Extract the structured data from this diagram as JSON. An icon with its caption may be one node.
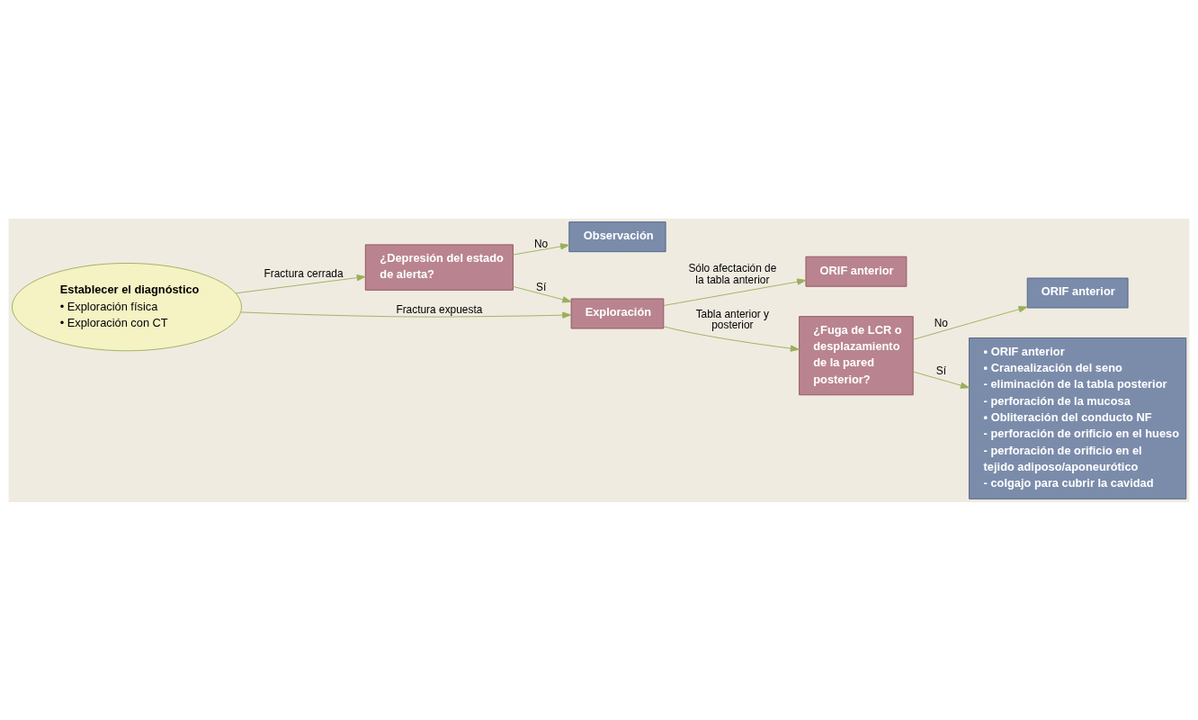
{
  "diagram": {
    "nodes": [
      {
        "text": [
          "Observación"
        ]
      },
      {
        "text": [
          "¿Depresión del estado de alerta?"
        ]
      },
      {
        "text": [
          "Establecer el diagnóstico",
          "• Exploración física",
          "• Exploración con CT"
        ]
      },
      {
        "text": [
          "Exploración"
        ]
      },
      {
        "text": [
          "ORIF anterior"
        ]
      },
      {
        "text": [
          "ORIF anterior"
        ]
      },
      {
        "text": [
          "¿Fuga de LCR o desplazamiento de la pared posterior?"
        ]
      },
      {
        "text": [
          "• ORIF anterior",
          "• Cranealización del seno",
          "- eliminación de la tabla posterior",
          "- perforación de la mucosa",
          "• Obliteración del conducto NF",
          "- perforación de orificio en el hueso",
          "- perforación de orificio en el tejido adiposo/aponeurótico",
          "- colgajo para cubrir la cavidad"
        ]
      }
    ],
    "edges": [
      {
        "from": 2,
        "to": 1,
        "arrow": "to",
        "label": "Fractura cerrada"
      },
      {
        "from": 2,
        "to": 3,
        "arrow": "to",
        "label": "Fractura expuesta"
      },
      {
        "from": 1,
        "to": 0,
        "arrow": "to",
        "label": "No"
      },
      {
        "from": 1,
        "to": 3,
        "arrow": "to",
        "label": "Sí"
      },
      {
        "from": 3,
        "to": 4,
        "arrow": "to",
        "label": "Sólo afectación de la tabla anterior"
      },
      {
        "from": 3,
        "to": 6,
        "arrow": "to",
        "label": "Tabla anterior y posterior"
      },
      {
        "from": 6,
        "to": 5,
        "arrow": "to",
        "label": "No"
      },
      {
        "from": 6,
        "to": 7,
        "arrow": "to",
        "label": "Sí"
      }
    ]
  }
}
